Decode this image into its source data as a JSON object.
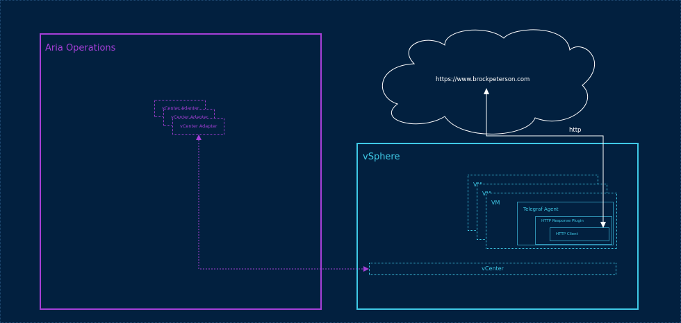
{
  "aria": {
    "title": "Aria Operations"
  },
  "adapters": [
    "vCenter Adapter",
    "vCenter Adapter",
    "vCenter Adapter"
  ],
  "vsphere": {
    "title": "vSphere"
  },
  "vms": [
    "VM",
    "VM",
    "VM"
  ],
  "telegraf": "Telegraf Agent",
  "plugin": "HTTP Response Plugin",
  "client": "HTTP Client",
  "vcenter": "vCenter",
  "cloud": {
    "url": "https://www.brockpeterson.com"
  },
  "http_label": "http",
  "colors": {
    "background": "#02203f",
    "aria": "#a63fd8",
    "vsphere": "#3fc9e6",
    "white": "#ffffff"
  }
}
